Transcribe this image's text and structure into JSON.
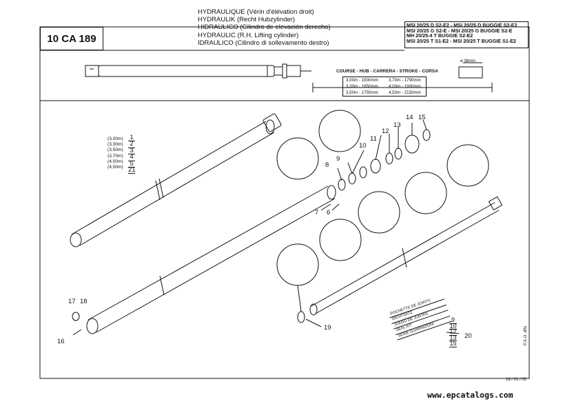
{
  "header": {
    "code": "10 CA 189",
    "titles": [
      "HYDRAULIQUE (Vérin d'élévation droit)",
      "HYDRAULIK (Recht Hubzylinder)",
      "HIDRAULICO (Cilindro de elevación derecho)",
      "HYDRAULIC (R.H. Lifting cylinder)",
      "IDRAULICO (Cilindro di sollevamento destro)"
    ],
    "models": [
      "MSI 20/25 D S2-E2 - MSI 20/25 D BUGGIE S2-E2",
      "MSI 20/25 G S2-E - MSI 20/25 G BUGGIE S2-E",
      "MH 20/25-4 T BUGGIE S2-E2",
      "MSI 20/25 T S1-E2 - MSI 20/25 T BUGGIE S1-E2"
    ]
  },
  "stroke": {
    "title": "COURSE - HUB - CARRERA - STROKE - CORSA",
    "rows": [
      [
        "3,00m - 1500mm",
        "3,70m - 1790mm"
      ],
      [
        "3,30m - 1650mm",
        "4,00m - 1900mm"
      ],
      [
        "3,50m - 1750mm",
        "4,50m - 2150mm"
      ]
    ],
    "dimension": "ø 36mm"
  },
  "sizes": [
    "(3,00m)",
    "(3,30m)",
    "(3,50m)",
    "(3,70m)",
    "(4,00m)",
    "(4,50m)"
  ],
  "size_refs": [
    "1",
    "2",
    "3",
    "4",
    "5",
    "21"
  ],
  "callouts": {
    "c6": "6",
    "c7": "7",
    "c8": "8",
    "c9": "9",
    "c10": "10",
    "c11": "11",
    "c12": "12",
    "c13": "13",
    "c14": "14",
    "c15": "15",
    "c16": "16",
    "c17": "17",
    "c18": "18",
    "c19": "19",
    "c20": "20"
  },
  "seal_tag": [
    "POCHETTE DE JOINTS",
    "DICHTSATZ",
    "JUEGO DE JUNTAS",
    "SEAL KIT",
    "SERIE GUARNIZIONI"
  ],
  "tag_refs": [
    "9",
    "10",
    "12",
    "13",
    "15"
  ],
  "footer": {
    "date": "18 / 01 / 05",
    "pao": "P.A.O. dfts",
    "website": "www.epcatalogs.com"
  }
}
